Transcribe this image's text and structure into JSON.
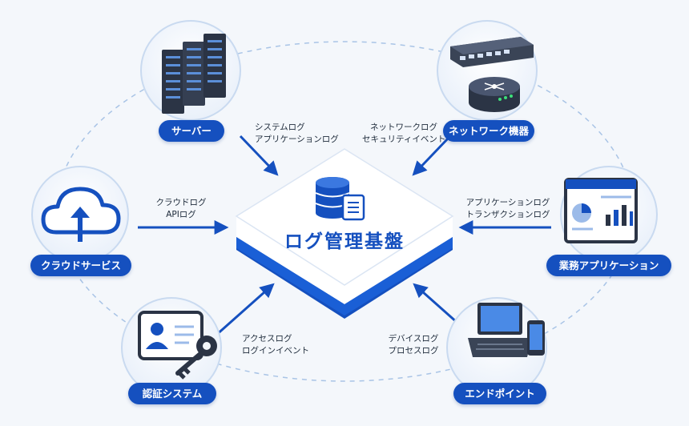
{
  "center": {
    "title": "ログ管理基盤"
  },
  "nodes": {
    "server": {
      "label": "サーバー",
      "logs": [
        "システムログ",
        "アプリケーションログ"
      ]
    },
    "network": {
      "label": "ネットワーク機器",
      "logs": [
        "ネットワークログ",
        "セキュリティイベント"
      ]
    },
    "cloud": {
      "label": "クラウドサービス",
      "logs": [
        "クラウドログ",
        "APIログ"
      ]
    },
    "business": {
      "label": "業務アプリケーション",
      "logs": [
        "アプリケーションログ",
        "トランザクションログ"
      ]
    },
    "auth": {
      "label": "認証システム",
      "logs": [
        "アクセスログ",
        "ログインイベント"
      ]
    },
    "endpoint": {
      "label": "エンドポイント",
      "logs": [
        "デバイスログ",
        "プロセスログ"
      ]
    }
  },
  "colors": {
    "primary": "#1550bf",
    "background": "#f4f7fb",
    "ring": "#a9c4e6"
  },
  "icons": [
    "server-rack-icon",
    "network-switch-icon",
    "router-icon",
    "cloud-upload-icon",
    "database-icon",
    "document-icon",
    "dashboard-icon",
    "id-card-icon",
    "key-icon",
    "laptop-icon",
    "smartphone-icon"
  ]
}
